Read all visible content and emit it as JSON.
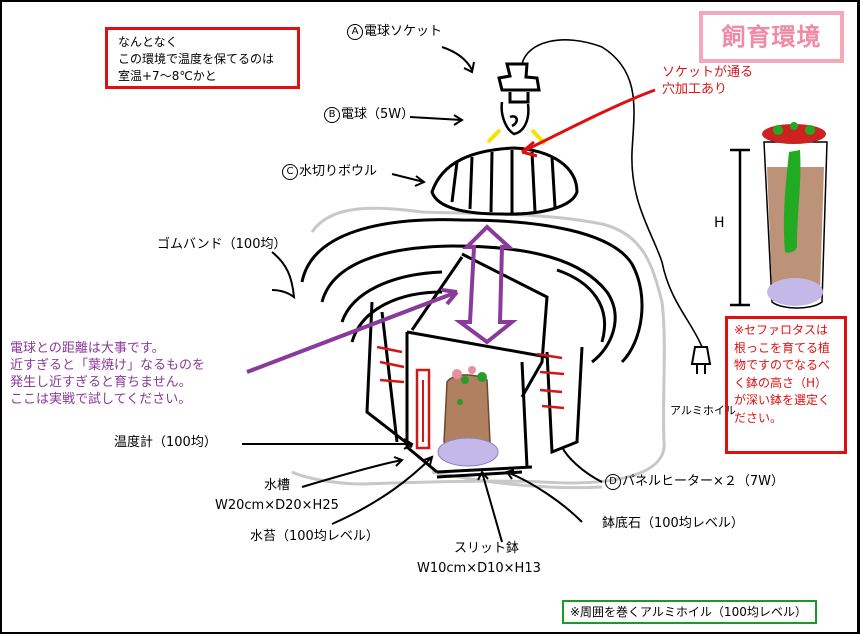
{
  "title": "飼育環境",
  "note": {
    "line1": "なんとなく",
    "line2": "この環境で温度を保てるのは",
    "line3": "室温+7～8℃かと"
  },
  "labels": {
    "socket": {
      "badge": "A",
      "text": "電球ソケット"
    },
    "bulb": {
      "badge": "B",
      "text": "電球（5W）"
    },
    "bowl": {
      "badge": "C",
      "text": "水切りボウル"
    },
    "heater": {
      "badge": "D",
      "text": "パネルヒーター×２（7W）"
    },
    "rubber_band": "ゴムバンド（100均）",
    "thermometer": "温度計（100均）",
    "tank_name": "水槽",
    "tank_size": "W20cm×D20×H25",
    "moss": "水苔（100均レベル）",
    "pot_name": "スリット鉢",
    "pot_size": "W10cm×D10×H13",
    "stones": "鉢底石（100均レベル）",
    "foil": "アルミホイル",
    "height": "H"
  },
  "red_note": {
    "line1": "ソケットが通る",
    "line2": "穴加工あり"
  },
  "purple_note": {
    "line1": "電球との距離は大事です。",
    "line2": "近すぎると「葉焼け」なるものを",
    "line3": "発生し近すぎると育ちません。",
    "line4": "ここは実戦で試してください。"
  },
  "cephalotus_note": "※セファロタスは根っこを育てる植物ですのでなるべく鉢の高さ（H）が深い鉢を選定ください。",
  "foil_note": "※周囲を巻くアルミホイル（100均レベル）",
  "colors": {
    "red": "#e01010",
    "pink": "#f4a8b8",
    "green": "#1a9a2a",
    "purple": "#8a3a9a"
  }
}
